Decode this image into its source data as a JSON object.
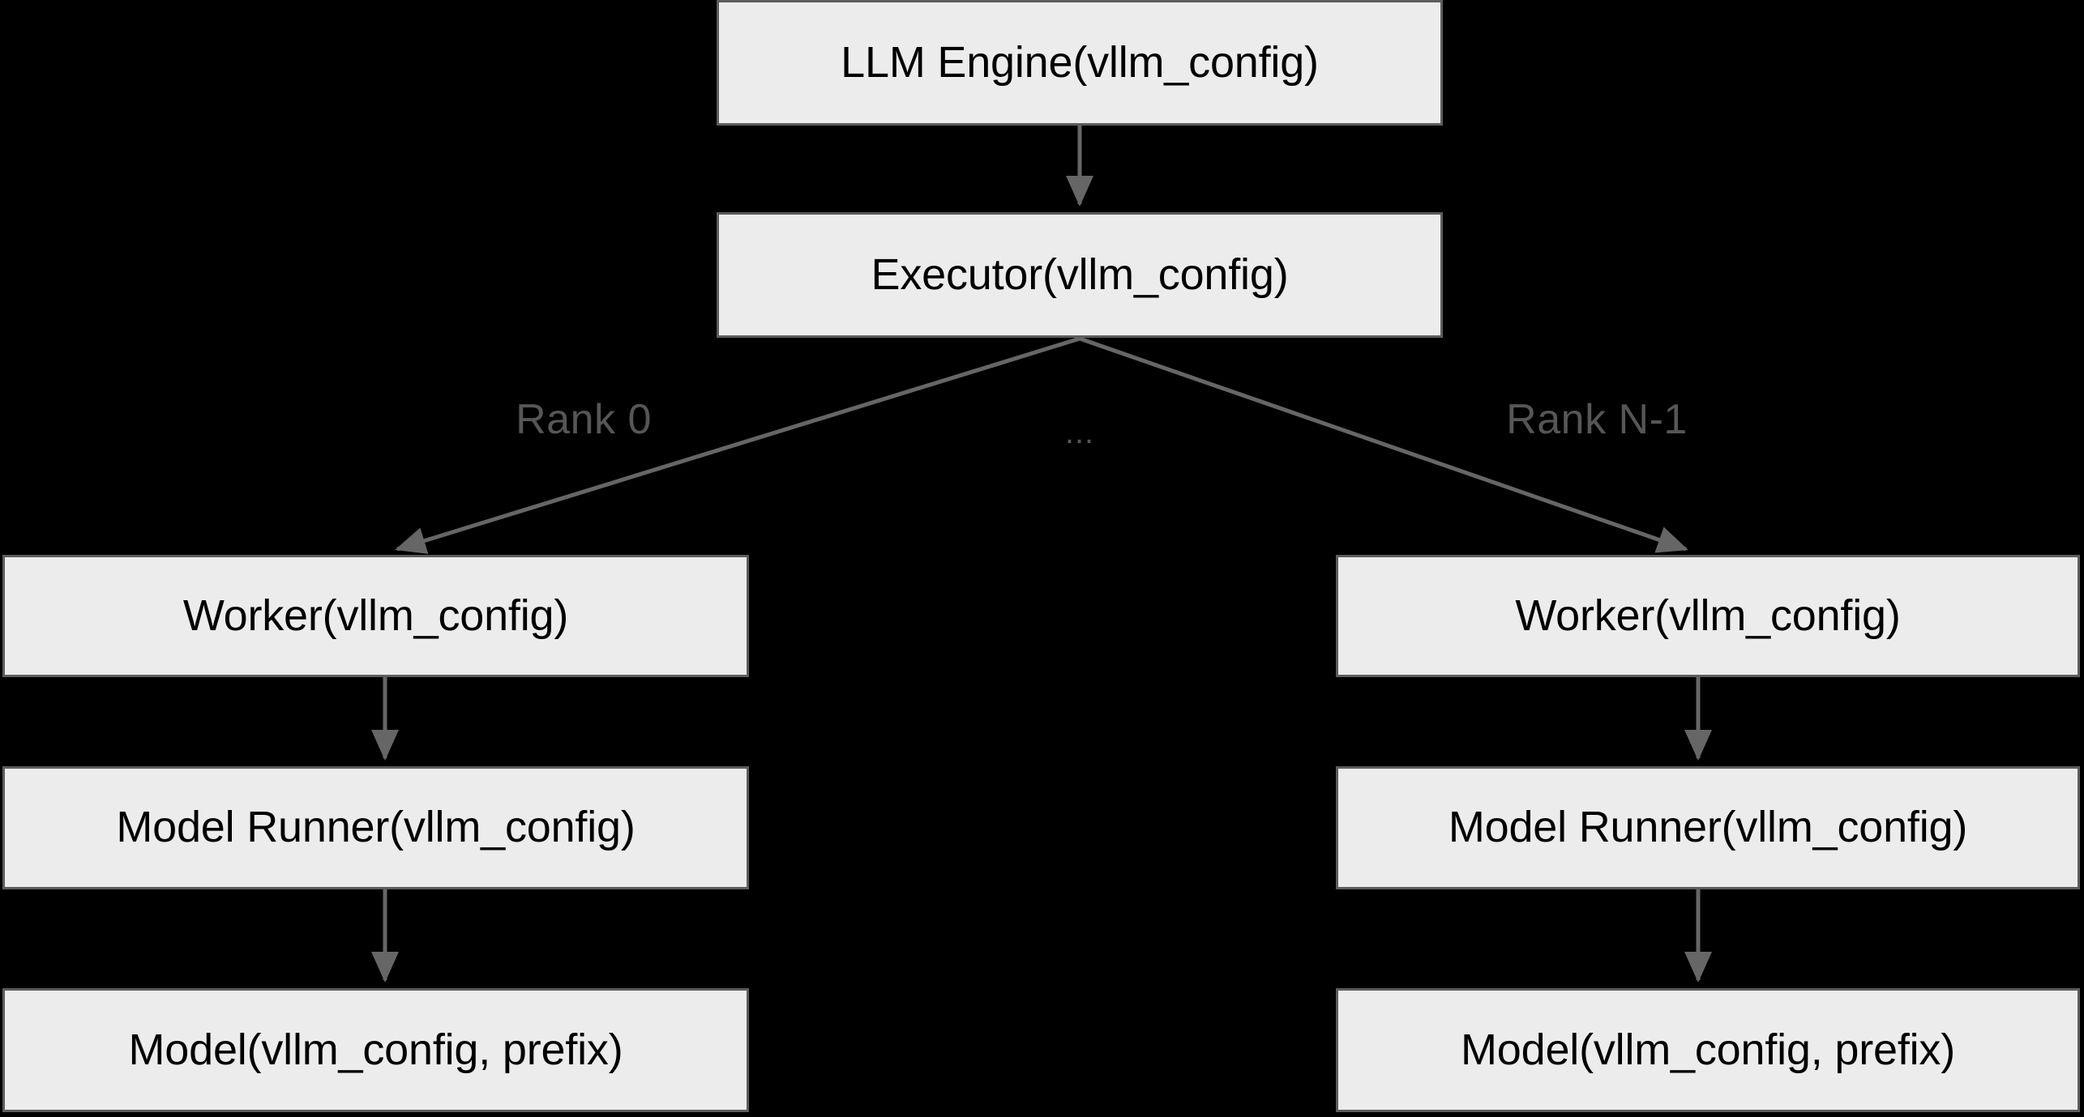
{
  "diagram": {
    "background_color": "#000000",
    "node_fill": "#ececec",
    "node_border": "#5d5d5d",
    "node_text_color": "#000000",
    "edge_color": "#666666",
    "edge_label_color": "#565656",
    "nodes": [
      {
        "id": "llm-engine",
        "label": "LLM Engine(vllm_config)"
      },
      {
        "id": "executor",
        "label": "Executor(vllm_config)"
      },
      {
        "id": "worker-rank0",
        "label": "Worker(vllm_config)"
      },
      {
        "id": "worker-rankn",
        "label": "Worker(vllm_config)"
      },
      {
        "id": "runner-rank0",
        "label": "Model Runner(vllm_config)"
      },
      {
        "id": "runner-rankn",
        "label": "Model Runner(vllm_config)"
      },
      {
        "id": "model-rank0",
        "label": "Model(vllm_config, prefix)"
      },
      {
        "id": "model-rankn",
        "label": "Model(vllm_config, prefix)"
      }
    ],
    "edge_labels": {
      "rank_first": "Rank 0",
      "rank_middle": "...",
      "rank_last": "Rank N-1"
    },
    "edges": [
      {
        "from": "llm-engine",
        "to": "executor",
        "label": ""
      },
      {
        "from": "executor",
        "to": "worker-rank0",
        "label": "Rank 0"
      },
      {
        "from": "executor",
        "to": "worker-rankn",
        "label": "Rank N-1"
      },
      {
        "from": "worker-rank0",
        "to": "runner-rank0",
        "label": ""
      },
      {
        "from": "worker-rankn",
        "to": "runner-rankn",
        "label": ""
      },
      {
        "from": "runner-rank0",
        "to": "model-rank0",
        "label": ""
      },
      {
        "from": "runner-rankn",
        "to": "model-rankn",
        "label": ""
      }
    ]
  }
}
